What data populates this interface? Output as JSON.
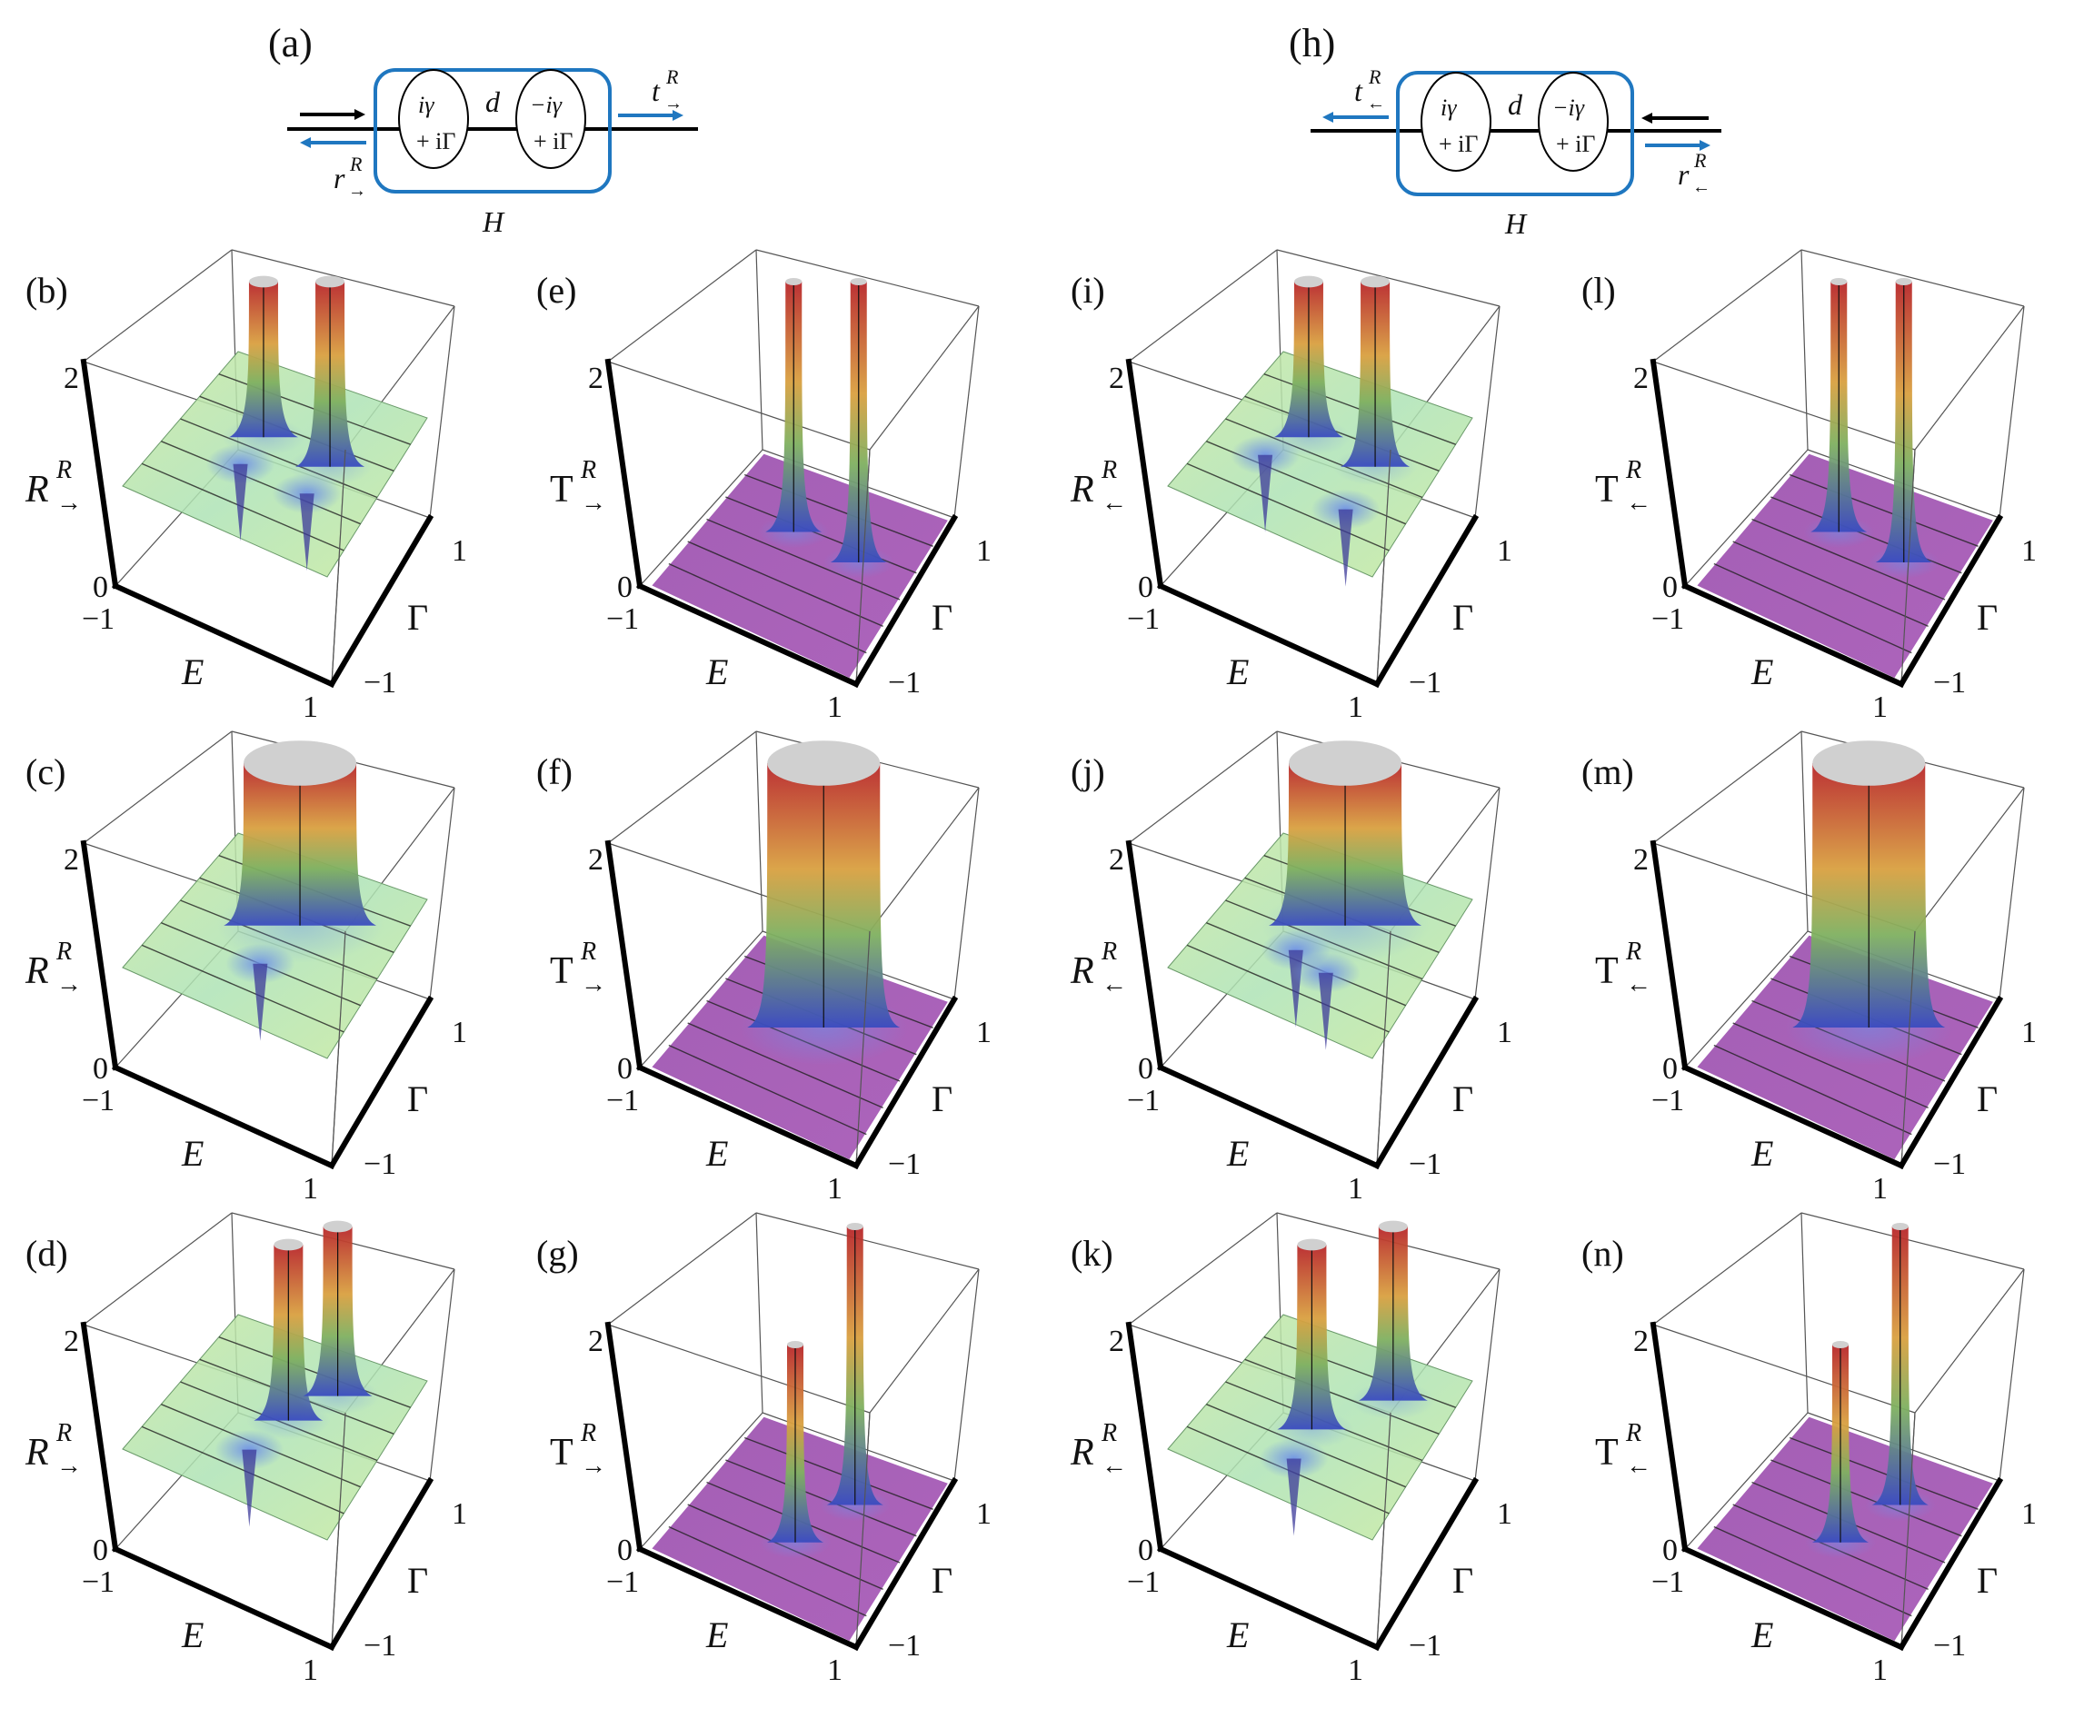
{
  "colors": {
    "frame": "#1f77c0",
    "arrow_in": "#000000",
    "arrow_out": "#1f77c0",
    "floor_purple": "#a862b8",
    "surface_green": "#b4e2a4",
    "peak_red": "#b8262a",
    "peak_cap": "#d0d0d0",
    "dip_blue": "#6c8ee8"
  },
  "diagrams": {
    "a": {
      "label": "(a)",
      "site1_line1": "iγ",
      "site1_line2": "+ iΓ",
      "site2_line1": "−iγ",
      "site2_line2": "+ iΓ",
      "coupling": "d",
      "hamiltonian": "H",
      "trans_label": "t",
      "trans_sup": "R",
      "trans_sub": "→",
      "refl_label": "r",
      "refl_sup": "R",
      "refl_sub": "→",
      "incident_direction": "left-to-right"
    },
    "h": {
      "label": "(h)",
      "site1_line1": "iγ",
      "site1_line2": "+ iΓ",
      "site2_line1": "−iγ",
      "site2_line2": "+ iΓ",
      "coupling": "d",
      "hamiltonian": "H",
      "trans_label": "t",
      "trans_sup": "R",
      "trans_sub": "←",
      "refl_label": "r",
      "refl_sup": "R",
      "refl_sub": "←",
      "incident_direction": "right-to-left"
    }
  },
  "axes": {
    "x_label": "E",
    "y_label": "Γ",
    "x_ticks": [
      "−1",
      "1"
    ],
    "y_ticks": [
      "−1",
      "1"
    ],
    "z_ticks": [
      "0",
      "2"
    ]
  },
  "panels": [
    {
      "id": "b",
      "label": "(b)",
      "z_base": "R",
      "z_sup": "R",
      "z_sub": "→",
      "kind": "reflection",
      "peaks": 2,
      "note": "two narrow peaks, two sharp dips"
    },
    {
      "id": "c",
      "label": "(c)",
      "z_base": "R",
      "z_sup": "R",
      "z_sub": "→",
      "kind": "reflection",
      "peaks": 1,
      "note": "merged wide peak with dip"
    },
    {
      "id": "d",
      "label": "(d)",
      "z_base": "R",
      "z_sup": "R",
      "z_sub": "→",
      "kind": "reflection",
      "peaks": 2,
      "note": "two offset peaks, deep dip"
    },
    {
      "id": "e",
      "label": "(e)",
      "z_base": "T",
      "z_sup": "R",
      "z_sub": "→",
      "kind": "transmission",
      "peaks": 2,
      "note": "two thin spikes on flat floor"
    },
    {
      "id": "f",
      "label": "(f)",
      "z_base": "T",
      "z_sup": "R",
      "z_sub": "→",
      "kind": "transmission",
      "peaks": 1,
      "note": "one wide column"
    },
    {
      "id": "g",
      "label": "(g)",
      "z_base": "T",
      "z_sup": "R",
      "z_sub": "→",
      "kind": "transmission",
      "peaks": 2,
      "note": "two offset thin spikes"
    },
    {
      "id": "i",
      "label": "(i)",
      "z_base": "R",
      "z_sup": "R",
      "z_sub": "←",
      "kind": "reflection",
      "peaks": 2,
      "note": "two peaks connected by ridge"
    },
    {
      "id": "j",
      "label": "(j)",
      "z_base": "R",
      "z_sup": "R",
      "z_sub": "←",
      "kind": "reflection",
      "peaks": 1,
      "note": "merged peak with two dips"
    },
    {
      "id": "k",
      "label": "(k)",
      "z_base": "R",
      "z_sup": "R",
      "z_sub": "←",
      "kind": "reflection",
      "peaks": 2,
      "note": "thin front peak, wide back peak"
    },
    {
      "id": "l",
      "label": "(l)",
      "z_base": "T",
      "z_sup": "R",
      "z_sub": "←",
      "kind": "transmission",
      "peaks": 2,
      "note": "two thin spikes"
    },
    {
      "id": "m",
      "label": "(m)",
      "z_base": "T",
      "z_sup": "R",
      "z_sub": "←",
      "kind": "transmission",
      "peaks": 1,
      "note": "one wide column"
    },
    {
      "id": "n",
      "label": "(n)",
      "z_base": "T",
      "z_sup": "R",
      "z_sub": "←",
      "kind": "transmission",
      "peaks": 2,
      "note": "two offset thin spikes"
    }
  ],
  "chart_data": [
    {
      "type": "surface3d",
      "panel": "b",
      "title": "",
      "zlabel": "R^R_→",
      "xlabel": "E",
      "ylabel": "Γ",
      "xlim": [
        -1,
        1
      ],
      "ylim": [
        -1,
        1
      ],
      "zlim": [
        0,
        2
      ],
      "features": [
        {
          "kind": "peak",
          "E": -0.3,
          "Γ": 0.2,
          "height": ">2"
        },
        {
          "kind": "peak",
          "E": 0.35,
          "Γ": 0.2,
          "height": ">2"
        },
        {
          "kind": "dip",
          "E": -0.3,
          "Γ": -0.2,
          "value": 0
        },
        {
          "kind": "dip",
          "E": 0.35,
          "Γ": -0.2,
          "value": 0
        }
      ],
      "baseline": 1.0
    },
    {
      "type": "surface3d",
      "panel": "c",
      "zlabel": "R^R_→",
      "xlabel": "E",
      "ylabel": "Γ",
      "xlim": [
        -1,
        1
      ],
      "ylim": [
        -1,
        1
      ],
      "zlim": [
        0,
        2
      ],
      "features": [
        {
          "kind": "merged-peak",
          "E": 0.0,
          "Γ": 0.3,
          "height": ">2"
        },
        {
          "kind": "dip",
          "E": -0.05,
          "Γ": -0.3,
          "value": 0
        }
      ],
      "baseline": 1.0
    },
    {
      "type": "surface3d",
      "panel": "d",
      "zlabel": "R^R_→",
      "xlabel": "E",
      "ylabel": "Γ",
      "xlim": [
        -1,
        1
      ],
      "ylim": [
        -1,
        1
      ],
      "zlim": [
        0,
        2
      ],
      "features": [
        {
          "kind": "peak",
          "E": 0.0,
          "Γ": 0.1,
          "height": ">2"
        },
        {
          "kind": "peak",
          "E": 0.2,
          "Γ": 0.6,
          "height": ">2"
        },
        {
          "kind": "dip",
          "E": -0.1,
          "Γ": -0.4,
          "value": 0
        }
      ],
      "baseline": 1.0
    },
    {
      "type": "surface3d",
      "panel": "e",
      "zlabel": "T^R_→",
      "xlabel": "E",
      "ylabel": "Γ",
      "xlim": [
        -1,
        1
      ],
      "ylim": [
        -1,
        1
      ],
      "zlim": [
        0,
        2
      ],
      "features": [
        {
          "kind": "spike",
          "E": -0.3,
          "Γ": 0.3,
          "height": ">2"
        },
        {
          "kind": "spike",
          "E": 0.35,
          "Γ": 0.3,
          "height": ">2"
        }
      ],
      "baseline": 0.0
    },
    {
      "type": "surface3d",
      "panel": "f",
      "zlabel": "T^R_→",
      "xlabel": "E",
      "ylabel": "Γ",
      "xlim": [
        -1,
        1
      ],
      "ylim": [
        -1,
        1
      ],
      "zlim": [
        0,
        2
      ],
      "features": [
        {
          "kind": "column",
          "E": 0.0,
          "Γ": 0.3,
          "height": ">2"
        }
      ],
      "baseline": 0.0
    },
    {
      "type": "surface3d",
      "panel": "g",
      "zlabel": "T^R_→",
      "xlabel": "E",
      "ylabel": "Γ",
      "xlim": [
        -1,
        1
      ],
      "ylim": [
        -1,
        1
      ],
      "zlim": [
        0,
        2
      ],
      "features": [
        {
          "kind": "spike",
          "E": 0.0,
          "Γ": -0.2,
          "height": ">2"
        },
        {
          "kind": "spike",
          "E": 0.2,
          "Γ": 0.5,
          "height": ">2"
        }
      ],
      "baseline": 0.0
    },
    {
      "type": "surface3d",
      "panel": "i",
      "zlabel": "R^R_←",
      "xlabel": "E",
      "ylabel": "Γ",
      "xlim": [
        -1,
        1
      ],
      "ylim": [
        -1,
        1
      ],
      "zlim": [
        0,
        2
      ],
      "features": [
        {
          "kind": "peak",
          "E": -0.3,
          "Γ": 0.2,
          "height": ">2"
        },
        {
          "kind": "peak",
          "E": 0.35,
          "Γ": 0.2,
          "height": ">2"
        },
        {
          "kind": "dip",
          "E": -0.5,
          "Γ": -0.2,
          "value": 0
        },
        {
          "kind": "dip",
          "E": 0.4,
          "Γ": -0.4,
          "value": 0
        }
      ],
      "baseline": 1.0
    },
    {
      "type": "surface3d",
      "panel": "j",
      "zlabel": "R^R_←",
      "xlabel": "E",
      "ylabel": "Γ",
      "xlim": [
        -1,
        1
      ],
      "ylim": [
        -1,
        1
      ],
      "zlim": [
        0,
        2
      ],
      "features": [
        {
          "kind": "merged-peak",
          "E": 0.0,
          "Γ": 0.3,
          "height": ">2"
        },
        {
          "kind": "dip",
          "E": -0.2,
          "Γ": -0.2,
          "value": 0
        },
        {
          "kind": "dip",
          "E": 0.15,
          "Γ": -0.3,
          "value": 0
        }
      ],
      "baseline": 1.0
    },
    {
      "type": "surface3d",
      "panel": "k",
      "zlabel": "R^R_←",
      "xlabel": "E",
      "ylabel": "Γ",
      "xlim": [
        -1,
        1
      ],
      "ylim": [
        -1,
        1
      ],
      "zlim": [
        0,
        2
      ],
      "features": [
        {
          "kind": "peak",
          "E": -0.1,
          "Γ": -0.1,
          "height": ">2"
        },
        {
          "kind": "peak",
          "E": 0.3,
          "Γ": 0.6,
          "height": ">2"
        },
        {
          "kind": "dip",
          "E": -0.05,
          "Γ": -0.5,
          "value": 0
        }
      ],
      "baseline": 1.0
    },
    {
      "type": "surface3d",
      "panel": "l",
      "zlabel": "T^R_←",
      "xlabel": "E",
      "ylabel": "Γ",
      "xlim": [
        -1,
        1
      ],
      "ylim": [
        -1,
        1
      ],
      "zlim": [
        0,
        2
      ],
      "features": [
        {
          "kind": "spike",
          "E": -0.3,
          "Γ": 0.3,
          "height": ">2"
        },
        {
          "kind": "spike",
          "E": 0.35,
          "Γ": 0.3,
          "height": ">2"
        }
      ],
      "baseline": 0.0
    },
    {
      "type": "surface3d",
      "panel": "m",
      "zlabel": "T^R_←",
      "xlabel": "E",
      "ylabel": "Γ",
      "xlim": [
        -1,
        1
      ],
      "ylim": [
        -1,
        1
      ],
      "zlim": [
        0,
        2
      ],
      "features": [
        {
          "kind": "column",
          "E": 0.0,
          "Γ": 0.3,
          "height": ">2"
        }
      ],
      "baseline": 0.0
    },
    {
      "type": "surface3d",
      "panel": "n",
      "zlabel": "T^R_←",
      "xlabel": "E",
      "ylabel": "Γ",
      "xlim": [
        -1,
        1
      ],
      "ylim": [
        -1,
        1
      ],
      "zlim": [
        0,
        2
      ],
      "features": [
        {
          "kind": "spike",
          "E": 0.0,
          "Γ": -0.2,
          "height": ">2"
        },
        {
          "kind": "spike",
          "E": 0.2,
          "Γ": 0.5,
          "height": ">2"
        }
      ],
      "baseline": 0.0
    }
  ]
}
